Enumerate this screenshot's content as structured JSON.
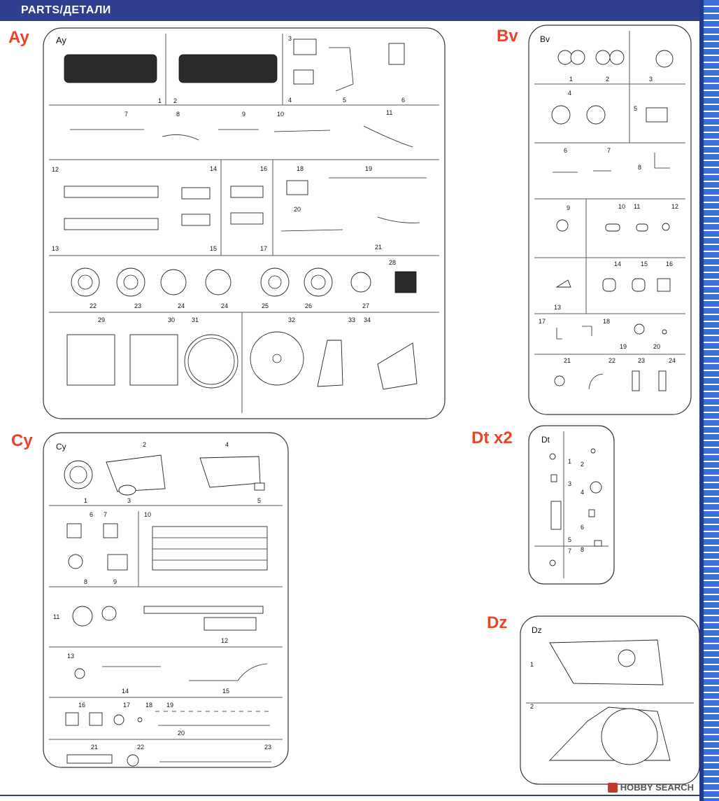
{
  "header": {
    "title": "PARTS/ДЕТАЛИ"
  },
  "sprues": [
    {
      "id": "ay",
      "label": "Ay",
      "corner": "Ay",
      "parts": [
        "1",
        "2",
        "3",
        "4",
        "5",
        "6",
        "7",
        "8",
        "9",
        "10",
        "11",
        "12",
        "13",
        "14",
        "15",
        "16",
        "17",
        "18",
        "19",
        "20",
        "21",
        "22",
        "23",
        "24",
        "24",
        "25",
        "26",
        "27",
        "28",
        "29",
        "30",
        "31",
        "32",
        "33",
        "34"
      ]
    },
    {
      "id": "bv",
      "label": "Bv",
      "corner": "Bv",
      "parts": [
        "1",
        "2",
        "3",
        "4",
        "5",
        "6",
        "7",
        "8",
        "9",
        "10",
        "11",
        "12",
        "13",
        "14",
        "15",
        "16",
        "17",
        "18",
        "19",
        "20",
        "21",
        "22",
        "23",
        "24"
      ]
    },
    {
      "id": "cy",
      "label": "Cy",
      "corner": "Cy",
      "parts": [
        "1",
        "2",
        "3",
        "4",
        "5",
        "6",
        "7",
        "8",
        "9",
        "10",
        "11",
        "12",
        "13",
        "14",
        "15",
        "16",
        "17",
        "18",
        "19",
        "20",
        "21",
        "22",
        "23"
      ]
    },
    {
      "id": "dt",
      "label": "Dt x2",
      "corner": "Dt",
      "parts": [
        "1",
        "2",
        "3",
        "4",
        "5",
        "6",
        "7",
        "8"
      ]
    },
    {
      "id": "dz",
      "label": "Dz",
      "corner": "Dz",
      "parts": [
        "1",
        "2"
      ]
    }
  ],
  "watermark": {
    "text": "HOBBY SEARCH"
  }
}
